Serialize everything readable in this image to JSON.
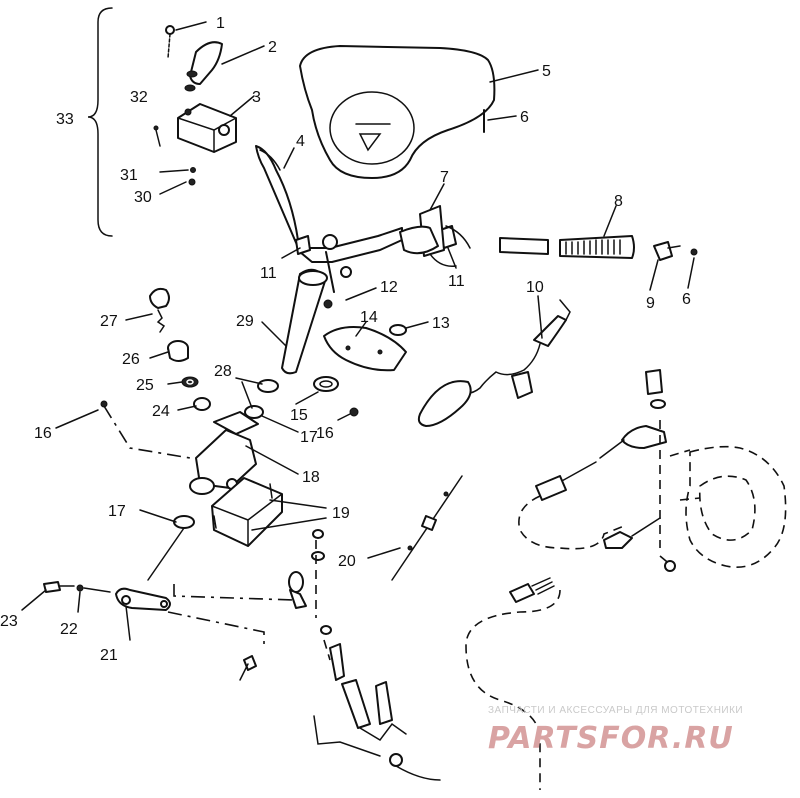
{
  "diagram": {
    "callouts": [
      "1",
      "2",
      "3",
      "4",
      "5",
      "6",
      "7",
      "8",
      "9",
      "10",
      "11",
      "12",
      "13",
      "14",
      "15",
      "16",
      "17",
      "18",
      "19",
      "20",
      "21",
      "22",
      "23",
      "24",
      "25",
      "26",
      "27",
      "28",
      "29",
      "30",
      "31",
      "32",
      "33"
    ],
    "labels": {
      "n1": "1",
      "n2": "2",
      "n3": "3",
      "n4": "4",
      "n5": "5",
      "n6a": "6",
      "n6b": "6",
      "n7": "7",
      "n8": "8",
      "n9": "9",
      "n10": "10",
      "n11a": "11",
      "n11b": "11",
      "n12": "12",
      "n13": "13",
      "n14": "14",
      "n15": "15",
      "n16a": "16",
      "n16b": "16",
      "n17a": "17",
      "n17b": "17",
      "n18": "18",
      "n19": "19",
      "n20": "20",
      "n21": "21",
      "n22": "22",
      "n23": "23",
      "n24": "24",
      "n25": "25",
      "n26": "26",
      "n27": "27",
      "n28": "28",
      "n29": "29",
      "n30": "30",
      "n31": "31",
      "n32": "32",
      "n33": "33"
    }
  },
  "watermark": {
    "tagline": "ЗАПЧАСТИ И АКСЕССУАРЫ ДЛЯ МОТОТЕХНИКИ",
    "brand": "PARTSFOR.RU"
  }
}
